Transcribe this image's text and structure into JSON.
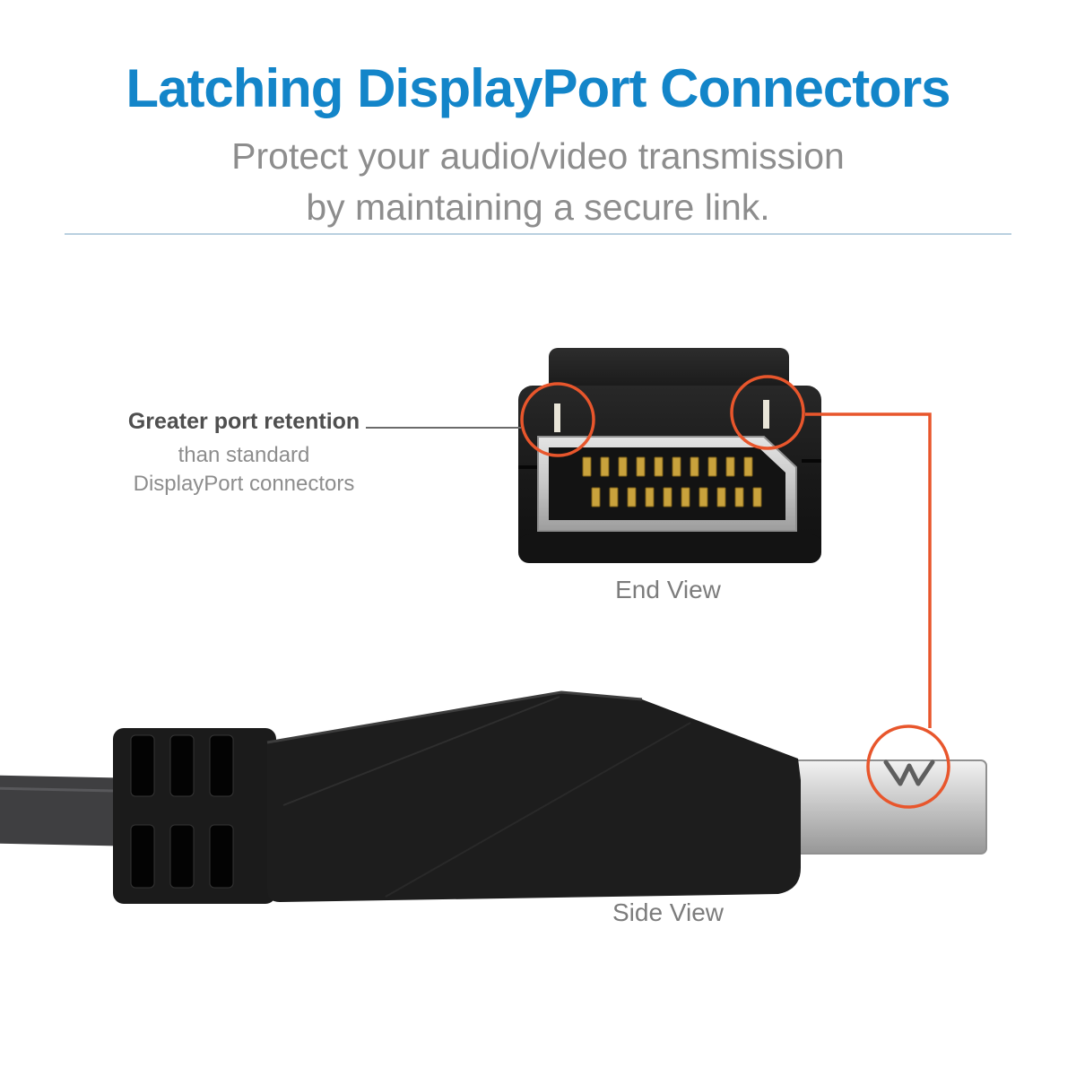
{
  "header": {
    "title": "Latching DisplayPort Connectors",
    "subtitle_line1": "Protect your audio/video transmission",
    "subtitle_line2": "by maintaining a secure link."
  },
  "callout": {
    "heading": "Greater port retention",
    "line2": "than standard",
    "line3": "DisplayPort connectors"
  },
  "views": {
    "end_view_label": "End View",
    "side_view_label": "Side View"
  },
  "colors": {
    "title_blue": "#1385c9",
    "highlight_orange": "#e8562c",
    "subtitle_gray": "#8d8d8d",
    "divider_blue_gray": "#bad0e0"
  }
}
